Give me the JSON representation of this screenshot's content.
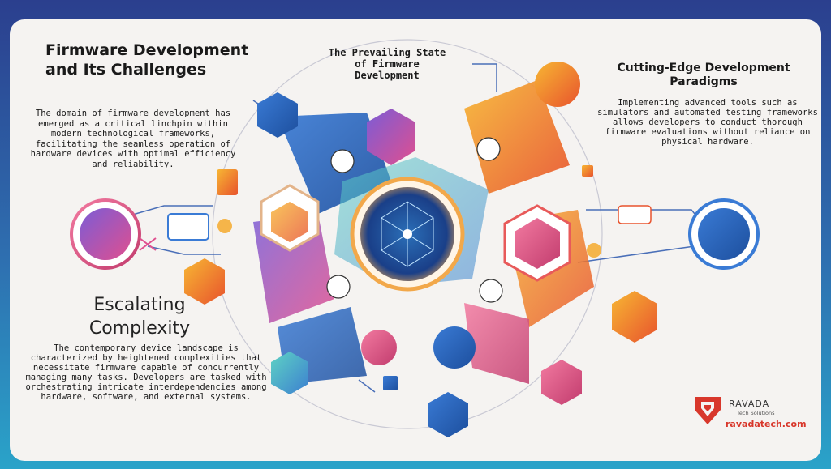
{
  "headings": {
    "left": "Firmware Development and Its Challenges",
    "center": "The Prevailing State of Firmware Development",
    "right": "Cutting-Edge Development Paradigms",
    "bottom_left": "Escalating Complexity"
  },
  "paragraphs": {
    "left": "The domain of firmware development has emerged as a critical linchpin within modern technological frameworks, facilitating the seamless operation of hardware devices with optimal efficiency and reliability.",
    "right": "Implementing advanced tools such as simulators and automated testing frameworks allows developers to conduct thorough firmware evaluations without reliance on physical hardware.",
    "bottom_left": "The contemporary device landscape is characterized by heightened complexities that necessitate firmware capable of concurrently managing many tasks. Developers are tasked with orchestrating intricate interdependencies among hardware, software, and external systems."
  },
  "brand": {
    "name": "RAVADA",
    "tagline": "Tech Solutions",
    "url": "ravadatech.com",
    "color": "#d8372b"
  },
  "icons": [
    "circuit-hub-icon",
    "chip-icon",
    "network-globe-icon",
    "gear-icon",
    "document-icon",
    "brand-logo-icon"
  ]
}
